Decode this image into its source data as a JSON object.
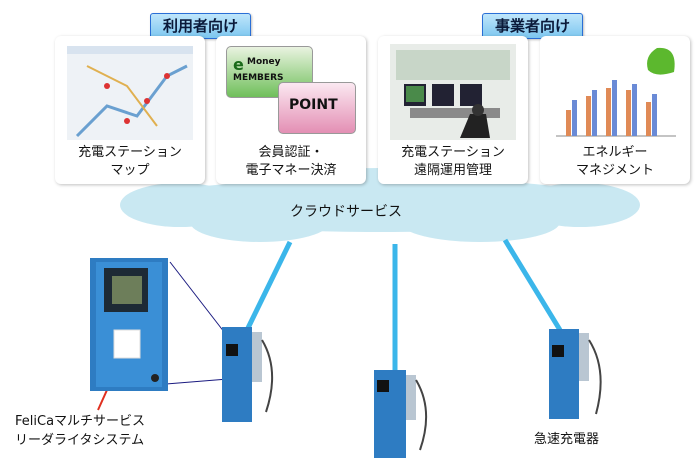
{
  "sections": {
    "users_label": "利用者向け",
    "business_label": "事業者向け"
  },
  "cards": [
    {
      "label": "充電ステーション\nマップ",
      "icon": "map-icon"
    },
    {
      "label": "会員認証・\n電子マネー決済",
      "icon": "member-cards-icon",
      "card_e_money": "Money",
      "card_e_members": "MEMBERS",
      "card_point": "POINT"
    },
    {
      "label": "充電ステーション\n遠隔運用管理",
      "icon": "control-room-icon"
    },
    {
      "label": "エネルギー\nマネジメント",
      "icon": "bar-chart-leaf-icon"
    }
  ],
  "cloud": {
    "label": "クラウドサービス"
  },
  "callout": {
    "label": "FeliCaマルチサービス\nリーダライタシステム"
  },
  "charger": {
    "label": "急速充電器"
  },
  "colors": {
    "accent_blue": "#3bb6ea",
    "cloud": "#c9e8f2",
    "charger": "#2e7cc2",
    "callout_line": "#e03020"
  }
}
